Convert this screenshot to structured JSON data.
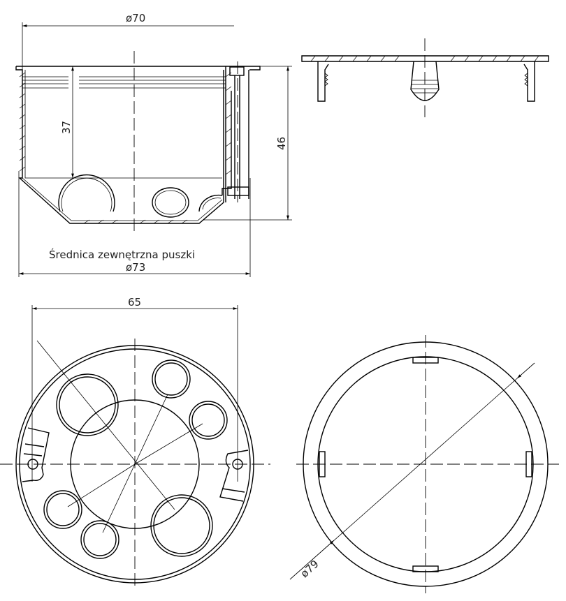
{
  "dimensions": {
    "top_diameter": "ø70",
    "inner_depth": "37",
    "total_height": "46",
    "outer_label": "Średnica zewnętrzna puszki",
    "outer_diameter": "ø73",
    "screw_spacing": "65",
    "lid_diameter": "ø79"
  },
  "colors": {
    "line": "#000000",
    "background": "#ffffff"
  }
}
